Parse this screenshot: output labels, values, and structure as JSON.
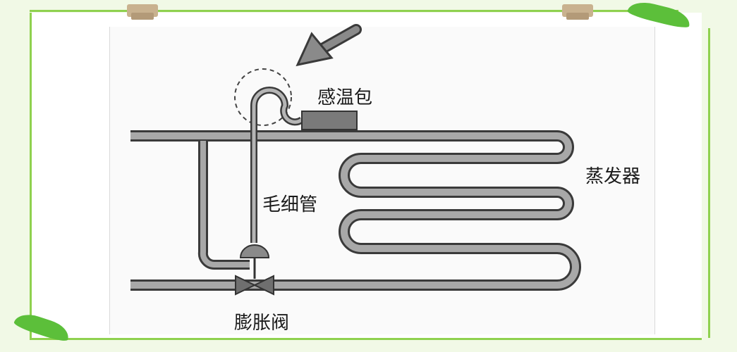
{
  "labels": {
    "sensing_bulb": "感温包",
    "evaporator": "蒸发器",
    "capillary_tube": "毛细管",
    "expansion_valve": "膨胀阀"
  },
  "colors": {
    "frame_green": "#8fd14f",
    "pipe_fill": "#9a9a9a",
    "pipe_outline": "#3a3a3a",
    "bulb_fill": "#7a7a7a"
  }
}
